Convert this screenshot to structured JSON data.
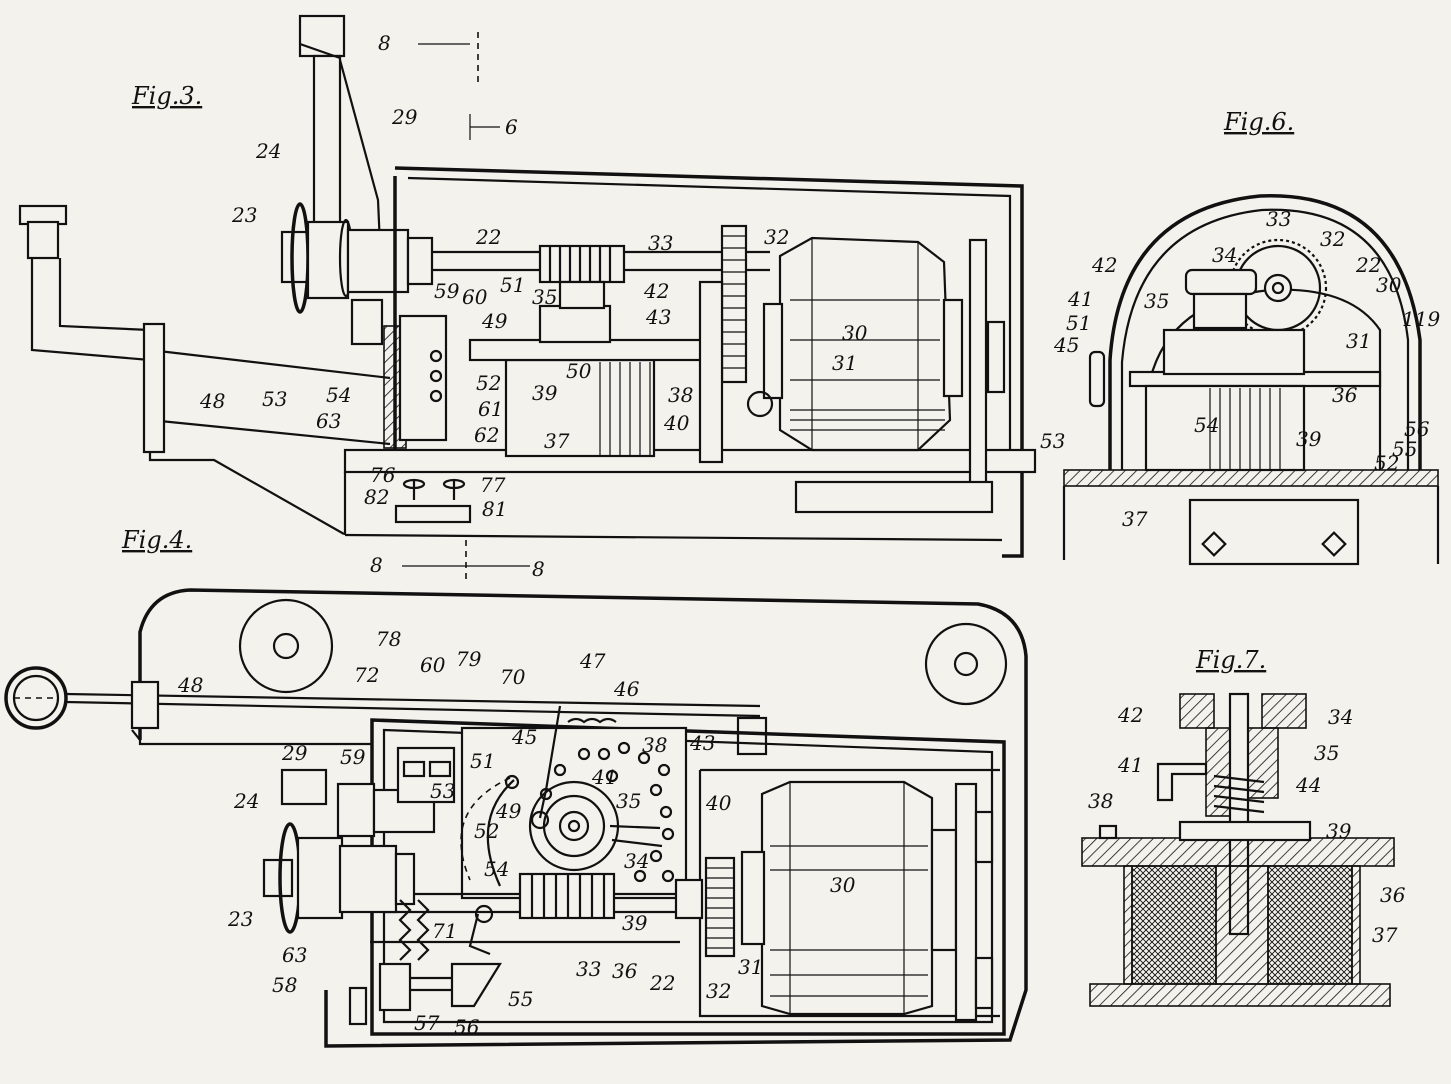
{
  "figures": {
    "fig3": "Fig.3.",
    "fig4": "Fig.4.",
    "fig6": "Fig.6.",
    "fig7": "Fig.7."
  },
  "section": {
    "top_left": "8",
    "top_right": "6",
    "bottom_left": "8",
    "bottom_right": "8"
  },
  "fig3_labels": {
    "l24": "24",
    "l29": "29",
    "l23": "23",
    "l22": "22",
    "l33": "33",
    "l32": "32",
    "l59": "59",
    "l60": "60",
    "l51": "51",
    "l35": "35",
    "l42": "42",
    "l49": "49",
    "l43": "43",
    "l30": "30",
    "l31": "31",
    "l48": "48",
    "l53": "53",
    "l54": "54",
    "l63": "63",
    "l52": "52",
    "l61": "61",
    "l62": "62",
    "l39": "39",
    "l50": "50",
    "l38": "38",
    "l40": "40",
    "l37": "37",
    "l76": "76",
    "l77": "77",
    "l82": "82",
    "l81": "81"
  },
  "fig6_labels": {
    "l33": "33",
    "l34": "34",
    "l32": "32",
    "l42": "42",
    "l22": "22",
    "l41": "41",
    "l35": "35",
    "l30": "30",
    "l51": "51",
    "l119": "119",
    "l45": "45",
    "l31": "31",
    "l36": "36",
    "l53": "53",
    "l54": "54",
    "l39": "39",
    "l56": "56",
    "l55": "55",
    "l52": "52",
    "l37": "37"
  },
  "fig4_labels": {
    "l78": "78",
    "l72": "72",
    "l60": "60",
    "l79": "79",
    "l70": "70",
    "l47": "47",
    "l46": "46",
    "l48": "48",
    "l45": "45",
    "l38": "38",
    "l43": "43",
    "l29": "29",
    "l59": "59",
    "l51": "51",
    "l41": "41",
    "l53": "53",
    "l49": "49",
    "l35": "35",
    "l40": "40",
    "l24": "24",
    "l52": "52",
    "l54": "54",
    "l34": "34",
    "l30": "30",
    "l23": "23",
    "l71": "71",
    "l39": "39",
    "l63": "63",
    "l33": "33",
    "l36": "36",
    "l22": "22",
    "l31": "31",
    "l32": "32",
    "l58": "58",
    "l55": "55",
    "l57": "57",
    "l56": "56"
  },
  "fig7_labels": {
    "l42": "42",
    "l34": "34",
    "l35": "35",
    "l41": "41",
    "l44": "44",
    "l38": "38",
    "l39": "39",
    "l36": "36",
    "l37": "37"
  }
}
